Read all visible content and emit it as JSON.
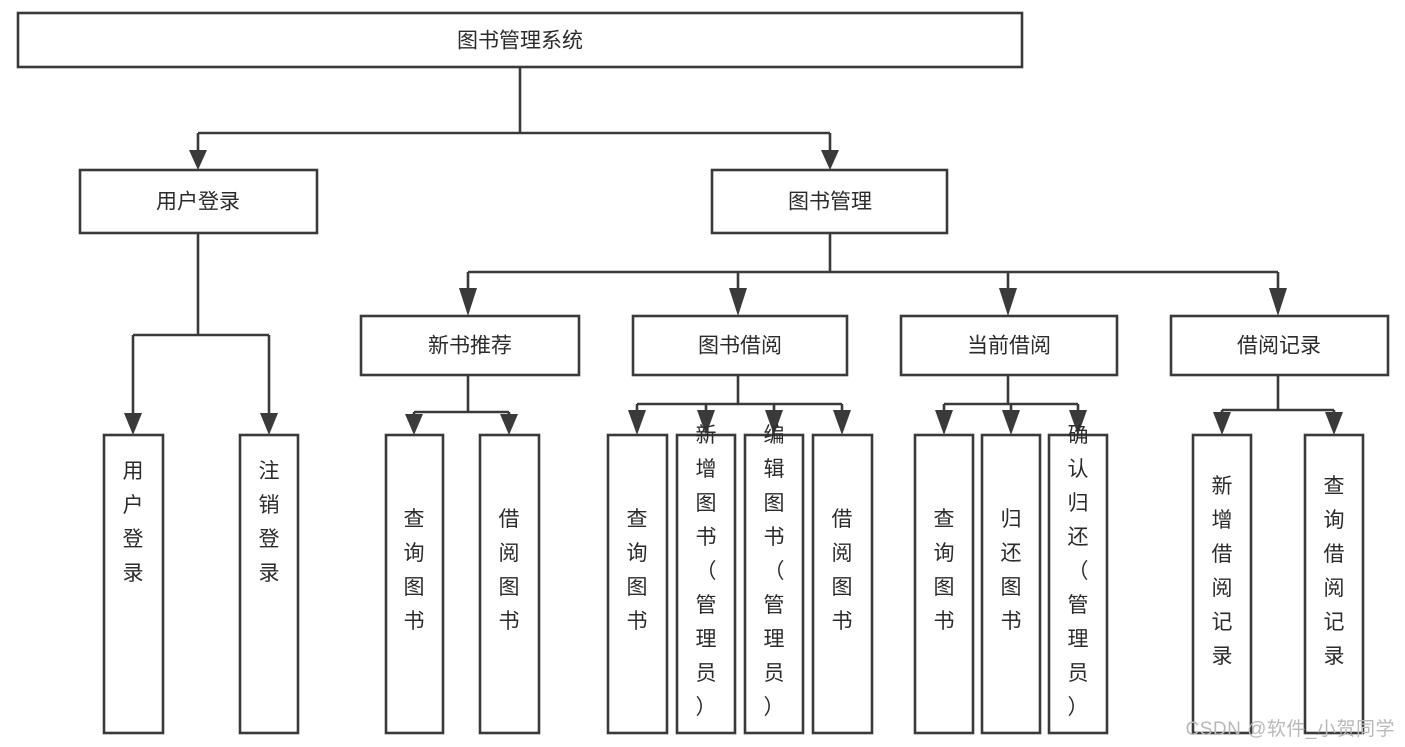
{
  "diagram": {
    "type": "tree",
    "title": "图书管理系统",
    "orientation": "top-down",
    "colors": {
      "background": "#ffffff",
      "box_stroke": "#3a3a3a",
      "box_fill": "#ffffff",
      "text": "#2b2b2b",
      "connector": "#3a3a3a",
      "watermark": "#b9b9b9"
    },
    "nodes": {
      "root": {
        "label": "图书管理系统",
        "level": 1,
        "orientation": "horizontal"
      },
      "level2": [
        {
          "id": "user-login",
          "label": "用户登录",
          "orientation": "horizontal"
        },
        {
          "id": "book-management",
          "label": "图书管理",
          "orientation": "horizontal"
        }
      ],
      "level3": [
        {
          "id": "new-book-recommend",
          "label": "新书推荐",
          "orientation": "horizontal",
          "parent": "book-management"
        },
        {
          "id": "book-borrow",
          "label": "图书借阅",
          "orientation": "horizontal",
          "parent": "book-management"
        },
        {
          "id": "current-borrow",
          "label": "当前借阅",
          "orientation": "horizontal",
          "parent": "book-management"
        },
        {
          "id": "borrow-record",
          "label": "借阅记录",
          "orientation": "horizontal",
          "parent": "book-management"
        }
      ],
      "leaves": [
        {
          "id": "leaf-user-login",
          "label": "用户登录",
          "orientation": "vertical",
          "parent": "user-login"
        },
        {
          "id": "leaf-logout-login",
          "label": "注销登录",
          "orientation": "vertical",
          "parent": "user-login"
        },
        {
          "id": "leaf-query-book-1",
          "label": "查询图书",
          "orientation": "vertical",
          "parent": "new-book-recommend"
        },
        {
          "id": "leaf-borrow-book-1",
          "label": "借阅图书",
          "orientation": "vertical",
          "parent": "new-book-recommend"
        },
        {
          "id": "leaf-query-book-2",
          "label": "查询图书",
          "orientation": "vertical",
          "parent": "book-borrow"
        },
        {
          "id": "leaf-add-book",
          "label": "新增图书（管理员）",
          "orientation": "vertical",
          "parent": "book-borrow"
        },
        {
          "id": "leaf-edit-book",
          "label": "编辑图书（管理员）",
          "orientation": "vertical",
          "parent": "book-borrow"
        },
        {
          "id": "leaf-borrow-book-2",
          "label": "借阅图书",
          "orientation": "vertical",
          "parent": "book-borrow"
        },
        {
          "id": "leaf-query-book-3",
          "label": "查询图书",
          "orientation": "vertical",
          "parent": "current-borrow"
        },
        {
          "id": "leaf-return-book",
          "label": "归还图书",
          "orientation": "vertical",
          "parent": "current-borrow"
        },
        {
          "id": "leaf-confirm-return",
          "label": "确认归还（管理员）",
          "orientation": "vertical",
          "parent": "current-borrow"
        },
        {
          "id": "leaf-add-borrow-record",
          "label": "新增借阅记录",
          "orientation": "vertical",
          "parent": "borrow-record"
        },
        {
          "id": "leaf-query-borrow-record",
          "label": "查询借阅记录",
          "orientation": "vertical",
          "parent": "borrow-record"
        }
      ]
    }
  },
  "watermark": {
    "text": "CSDN @软件_小贺同学"
  }
}
